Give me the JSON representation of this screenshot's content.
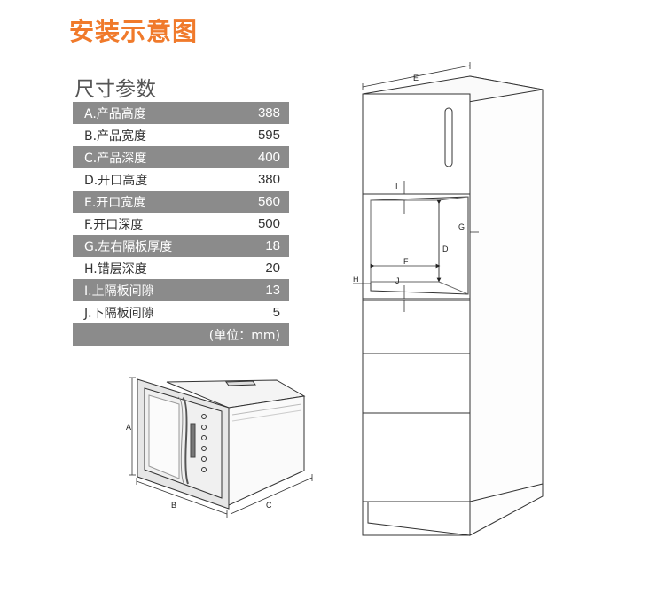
{
  "page": {
    "title": "安装示意图",
    "subtitle": "尺寸参数"
  },
  "specs": [
    {
      "label": "A.产品高度",
      "value": "388",
      "shaded": true
    },
    {
      "label": "B.产品宽度",
      "value": "595",
      "shaded": false
    },
    {
      "label": "C.产品深度",
      "value": "400",
      "shaded": true
    },
    {
      "label": "D.开口高度",
      "value": "380",
      "shaded": false
    },
    {
      "label": "E.开口宽度",
      "value": "560",
      "shaded": true
    },
    {
      "label": "F.开口深度",
      "value": "500",
      "shaded": false
    },
    {
      "label": "G.左右隔板厚度",
      "value": "18",
      "shaded": true
    },
    {
      "label": "H.错层深度",
      "value": "20",
      "shaded": false
    },
    {
      "label": "I.上隔板间隙",
      "value": "13",
      "shaded": true
    },
    {
      "label": "J.下隔板间隙",
      "value": "5",
      "shaded": false
    }
  ],
  "unit_note": "(单位：mm)",
  "diagram_labels": {
    "a": "A",
    "b": "B",
    "c": "C",
    "d": "D",
    "e": "E",
    "f": "F",
    "g": "G",
    "h": "H",
    "i": "I",
    "j": "J"
  },
  "colors": {
    "title": "#f07a2b",
    "row_shade": "#8b8b8b"
  }
}
